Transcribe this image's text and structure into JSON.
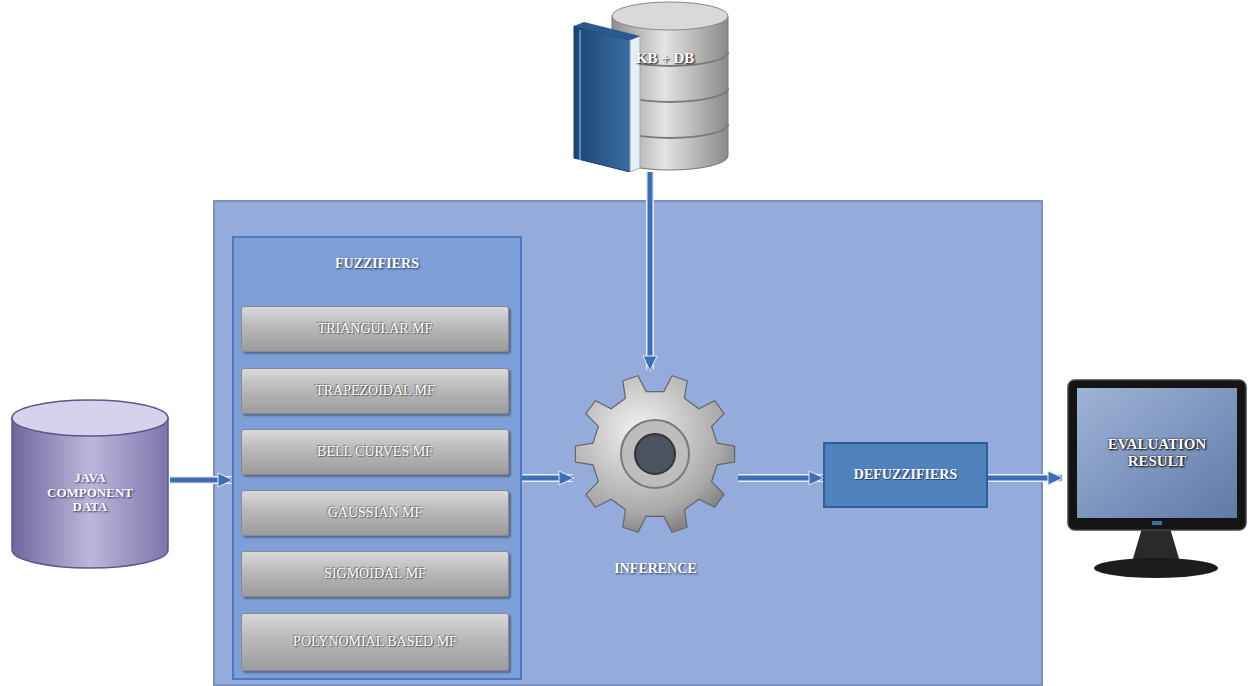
{
  "diagram": {
    "nodes": [
      {
        "text": [
          "JAVA COMPONENT DATA"
        ]
      },
      {
        "text": [
          "FUZZIFIERS"
        ]
      },
      {
        "text": [
          "TRIANGULAR MF"
        ],
        "in": 1
      },
      {
        "text": [
          "TRAPEZOIDAL MF"
        ],
        "in": 1
      },
      {
        "text": [
          "BELL CURVES MF"
        ],
        "in": 1
      },
      {
        "text": [
          "GAUSSIAN MF"
        ],
        "in": 1
      },
      {
        "text": [
          "SIGMOIDAL MF"
        ],
        "in": 1
      },
      {
        "text": [
          "POLYNOMIAL BASED MF"
        ],
        "in": 1
      },
      {
        "text": [
          "KB + DB"
        ]
      },
      {
        "text": [
          "INFERENCE"
        ]
      },
      {
        "text": [
          "DEFUZZIFIERS"
        ]
      },
      {
        "text": [
          "EVALUATION RESULT"
        ]
      }
    ],
    "edges": [
      {
        "from": 0,
        "to": 1,
        "arrow": "to"
      },
      {
        "from": 1,
        "to": 9,
        "arrow": "to"
      },
      {
        "from": 8,
        "to": 9,
        "arrow": "to"
      },
      {
        "from": 9,
        "to": 10,
        "arrow": "to"
      },
      {
        "from": 10,
        "to": 11,
        "arrow": "to"
      }
    ]
  }
}
